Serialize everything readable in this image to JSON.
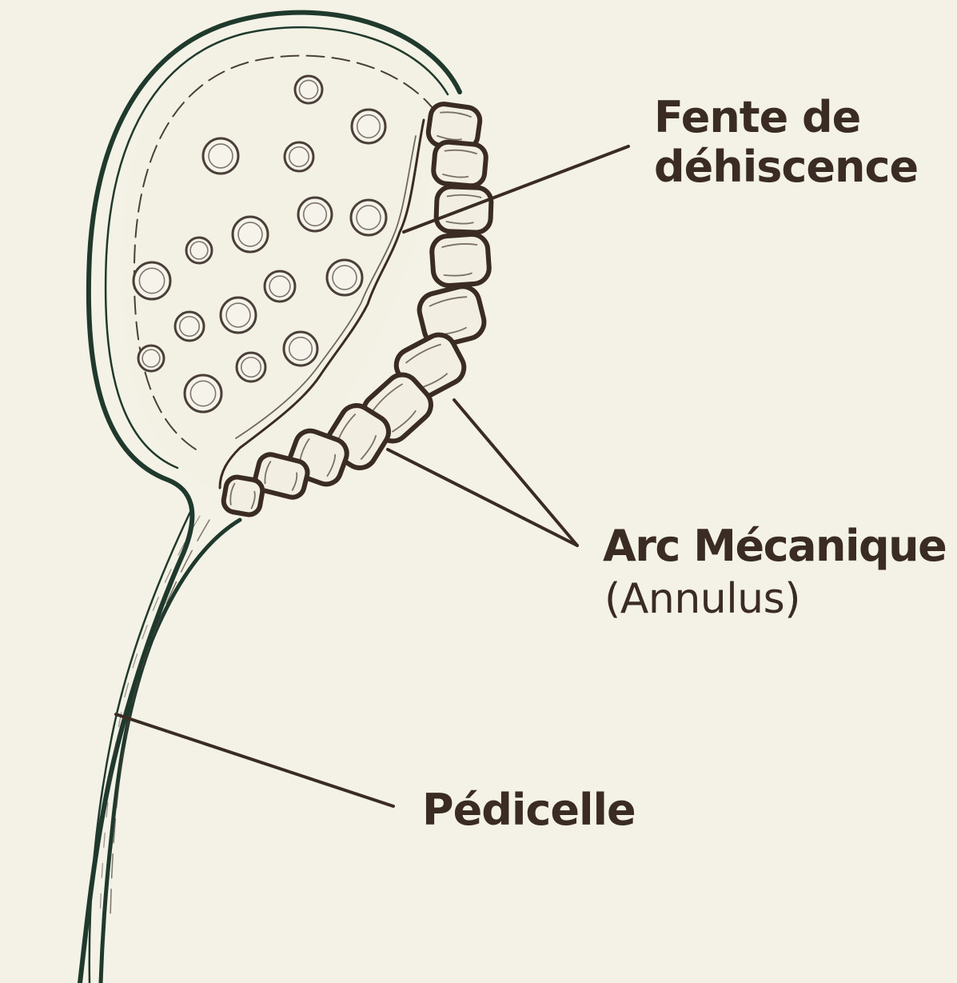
{
  "labels": {
    "fente_line1": "Fente de",
    "fente_line2": "déhiscence",
    "arc_title": "Arc Mécanique",
    "arc_subtitle": "(Annulus)",
    "pedicelle": "Pédicelle"
  },
  "colors": {
    "background": "#f4f1e6",
    "outline_green": "#1f3a2c",
    "annulus_brown": "#3a2c22",
    "leader_line": "#3a2c22",
    "spore_stroke": "#4a4038",
    "spore_fill": "#f6f3ea"
  }
}
